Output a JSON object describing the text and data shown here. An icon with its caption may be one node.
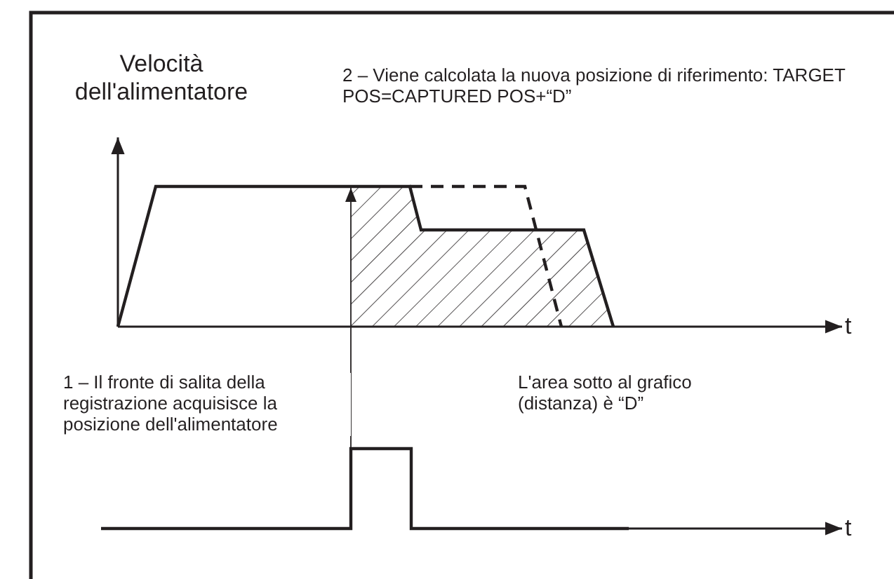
{
  "diagram": {
    "labels": [
      "Velocità dell'alimentatore",
      "2 – Viene calcolata la nuova posizione di riferimento: TARGET POS=CAPTURED POS+“D”",
      "t",
      "1 – Il fronte di salita della registrazione acquisisce la posizione dell'alimentatore",
      "L'area sotto al grafico (distanza) è “D”",
      "t"
    ]
  }
}
